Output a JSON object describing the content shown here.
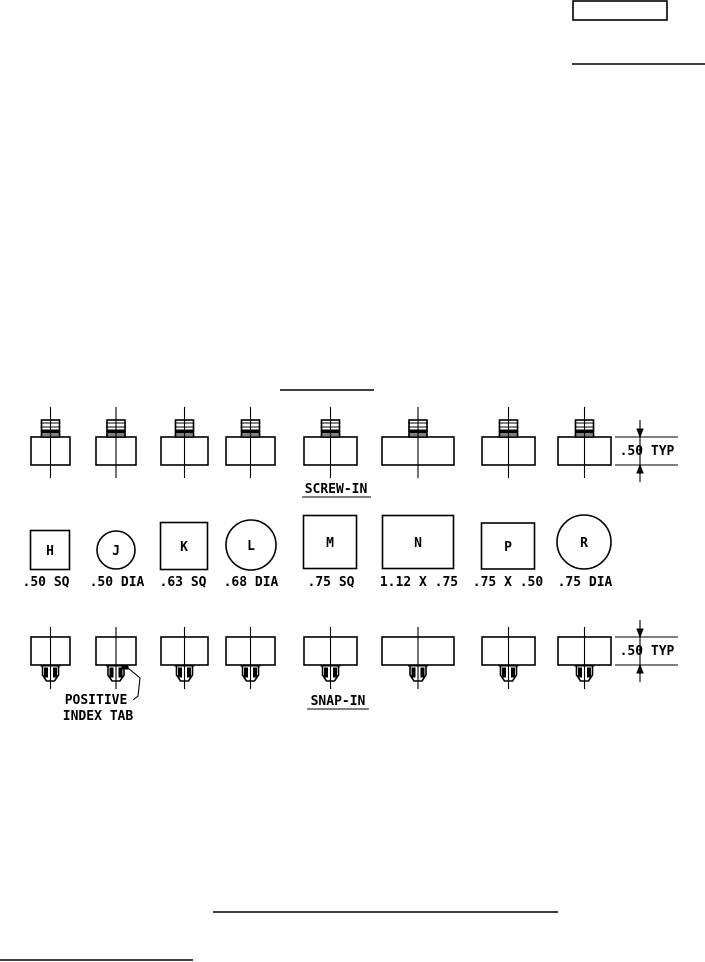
{
  "labels": {
    "screw_in": "SCREW-IN",
    "snap_in": "SNAP-IN",
    "typ_top": ".50 TYP",
    "typ_bottom": ".50 TYP",
    "positive": "POSITIVE",
    "index_tab": "INDEX TAB"
  },
  "lenses": [
    {
      "letter": "H",
      "size": ".50 SQ",
      "shape": "square"
    },
    {
      "letter": "J",
      "size": ".50 DIA",
      "shape": "circle"
    },
    {
      "letter": "K",
      "size": ".63 SQ",
      "shape": "square"
    },
    {
      "letter": "L",
      "size": ".68 DIA",
      "shape": "circle"
    },
    {
      "letter": "M",
      "size": ".75 SQ",
      "shape": "square"
    },
    {
      "letter": "N",
      "size": "1.12 X .75",
      "shape": "rect"
    },
    {
      "letter": "P",
      "size": ".75 X .50",
      "shape": "rect"
    },
    {
      "letter": "R",
      "size": ".75 DIA",
      "shape": "circle"
    }
  ]
}
